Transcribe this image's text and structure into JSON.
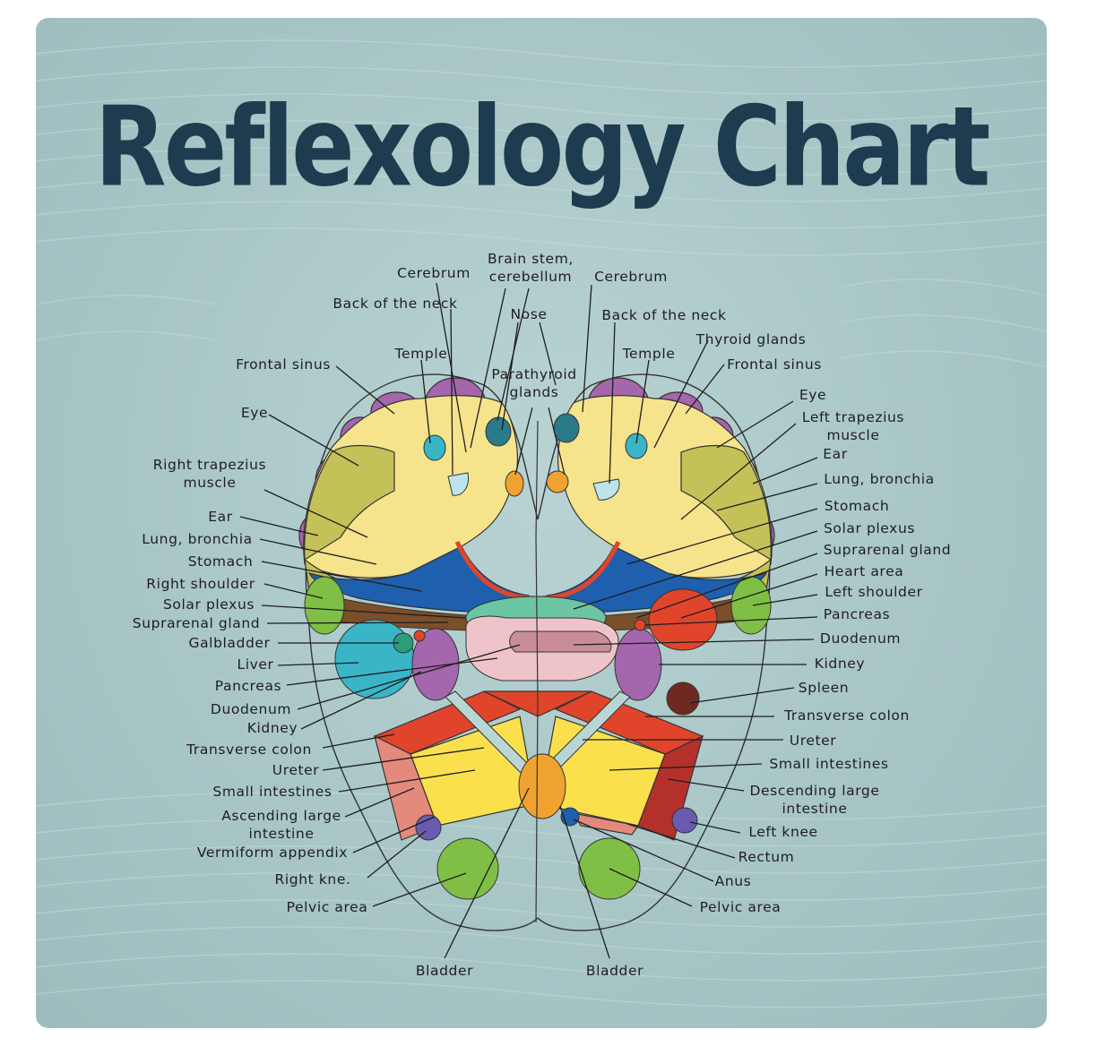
{
  "title": "Reflexology Chart",
  "labels": {
    "brain_stem": [
      "Brain stem,",
      "cerebellum"
    ],
    "cerebrum_r": "Cerebrum",
    "cerebrum_l": "Cerebrum",
    "back_neck_r": "Back of the neck",
    "back_neck_l": "Back of the neck",
    "nose": "Nose",
    "thyroid": "Thyroid glands",
    "temple_r": "Temple",
    "temple_l": "Temple",
    "parathyroid": [
      "Parathyroid",
      "glands"
    ],
    "frontal_sinus_r": "Frontal sinus",
    "frontal_sinus_l": "Frontal sinus",
    "eye_r": "Eye",
    "eye_l": "Eye",
    "right_trapezius": [
      "Right trapezius",
      "muscle"
    ],
    "left_trapezius": [
      "Left trapezius",
      "muscle"
    ],
    "ear_r": "Ear",
    "ear_l": "Ear",
    "lung_r": "Lung, bronchia",
    "lung_l": "Lung, bronchia",
    "stomach_r": "Stomach",
    "stomach_l": "Stomach",
    "right_shoulder": "Right shoulder",
    "solar_r": "Solar plexus",
    "solar_l": "Solar plexus",
    "suprarenal_r": "Suprarenal gland",
    "suprarenal_l": "Suprarenal gland",
    "heart": "Heart area",
    "left_shoulder": "Left shoulder",
    "galbladder": "Galbladder",
    "liver": "Liver",
    "pancreas_r": "Pancreas",
    "pancreas_l": "Pancreas",
    "duodenum_r": "Duodenum",
    "duodenum_l": "Duodenum",
    "kidney_r": "Kidney",
    "kidney_l": "Kidney",
    "spleen": "Spleen",
    "transverse_r": "Transverse colon",
    "transverse_l": "Transverse colon",
    "ureter_r": "Ureter",
    "ureter_l": "Ureter",
    "small_int_r": "Small intestines",
    "small_int_l": "Small intestines",
    "ascending": [
      "Ascending large",
      "intestine"
    ],
    "descending": [
      "Descending large",
      "intestine"
    ],
    "vermiform": "Vermiform appendix",
    "right_knee": "Right kne.",
    "left_knee": "Left knee",
    "rectum": "Rectum",
    "anus": "Anus",
    "pelvic_r": "Pelvic area",
    "pelvic_l": "Pelvic area",
    "bladder_r": "Bladder",
    "bladder_l": "Bladder"
  },
  "colors": {
    "background": "#a9c6c7",
    "title": "#1d3c4f",
    "toes": "#a466ad",
    "head_yellow": "#f6e48c",
    "olive": "#c4c158",
    "lung_blue": "#1e5fae",
    "brown": "#7a4f2a",
    "red_orange": "#e0452c",
    "green": "#7fbf45",
    "teal": "#3ab5c8",
    "pink": "#efc4c8",
    "bright_yellow": "#fbe04d",
    "orange": "#f0a231",
    "dark_brown": "#6e2a20"
  }
}
